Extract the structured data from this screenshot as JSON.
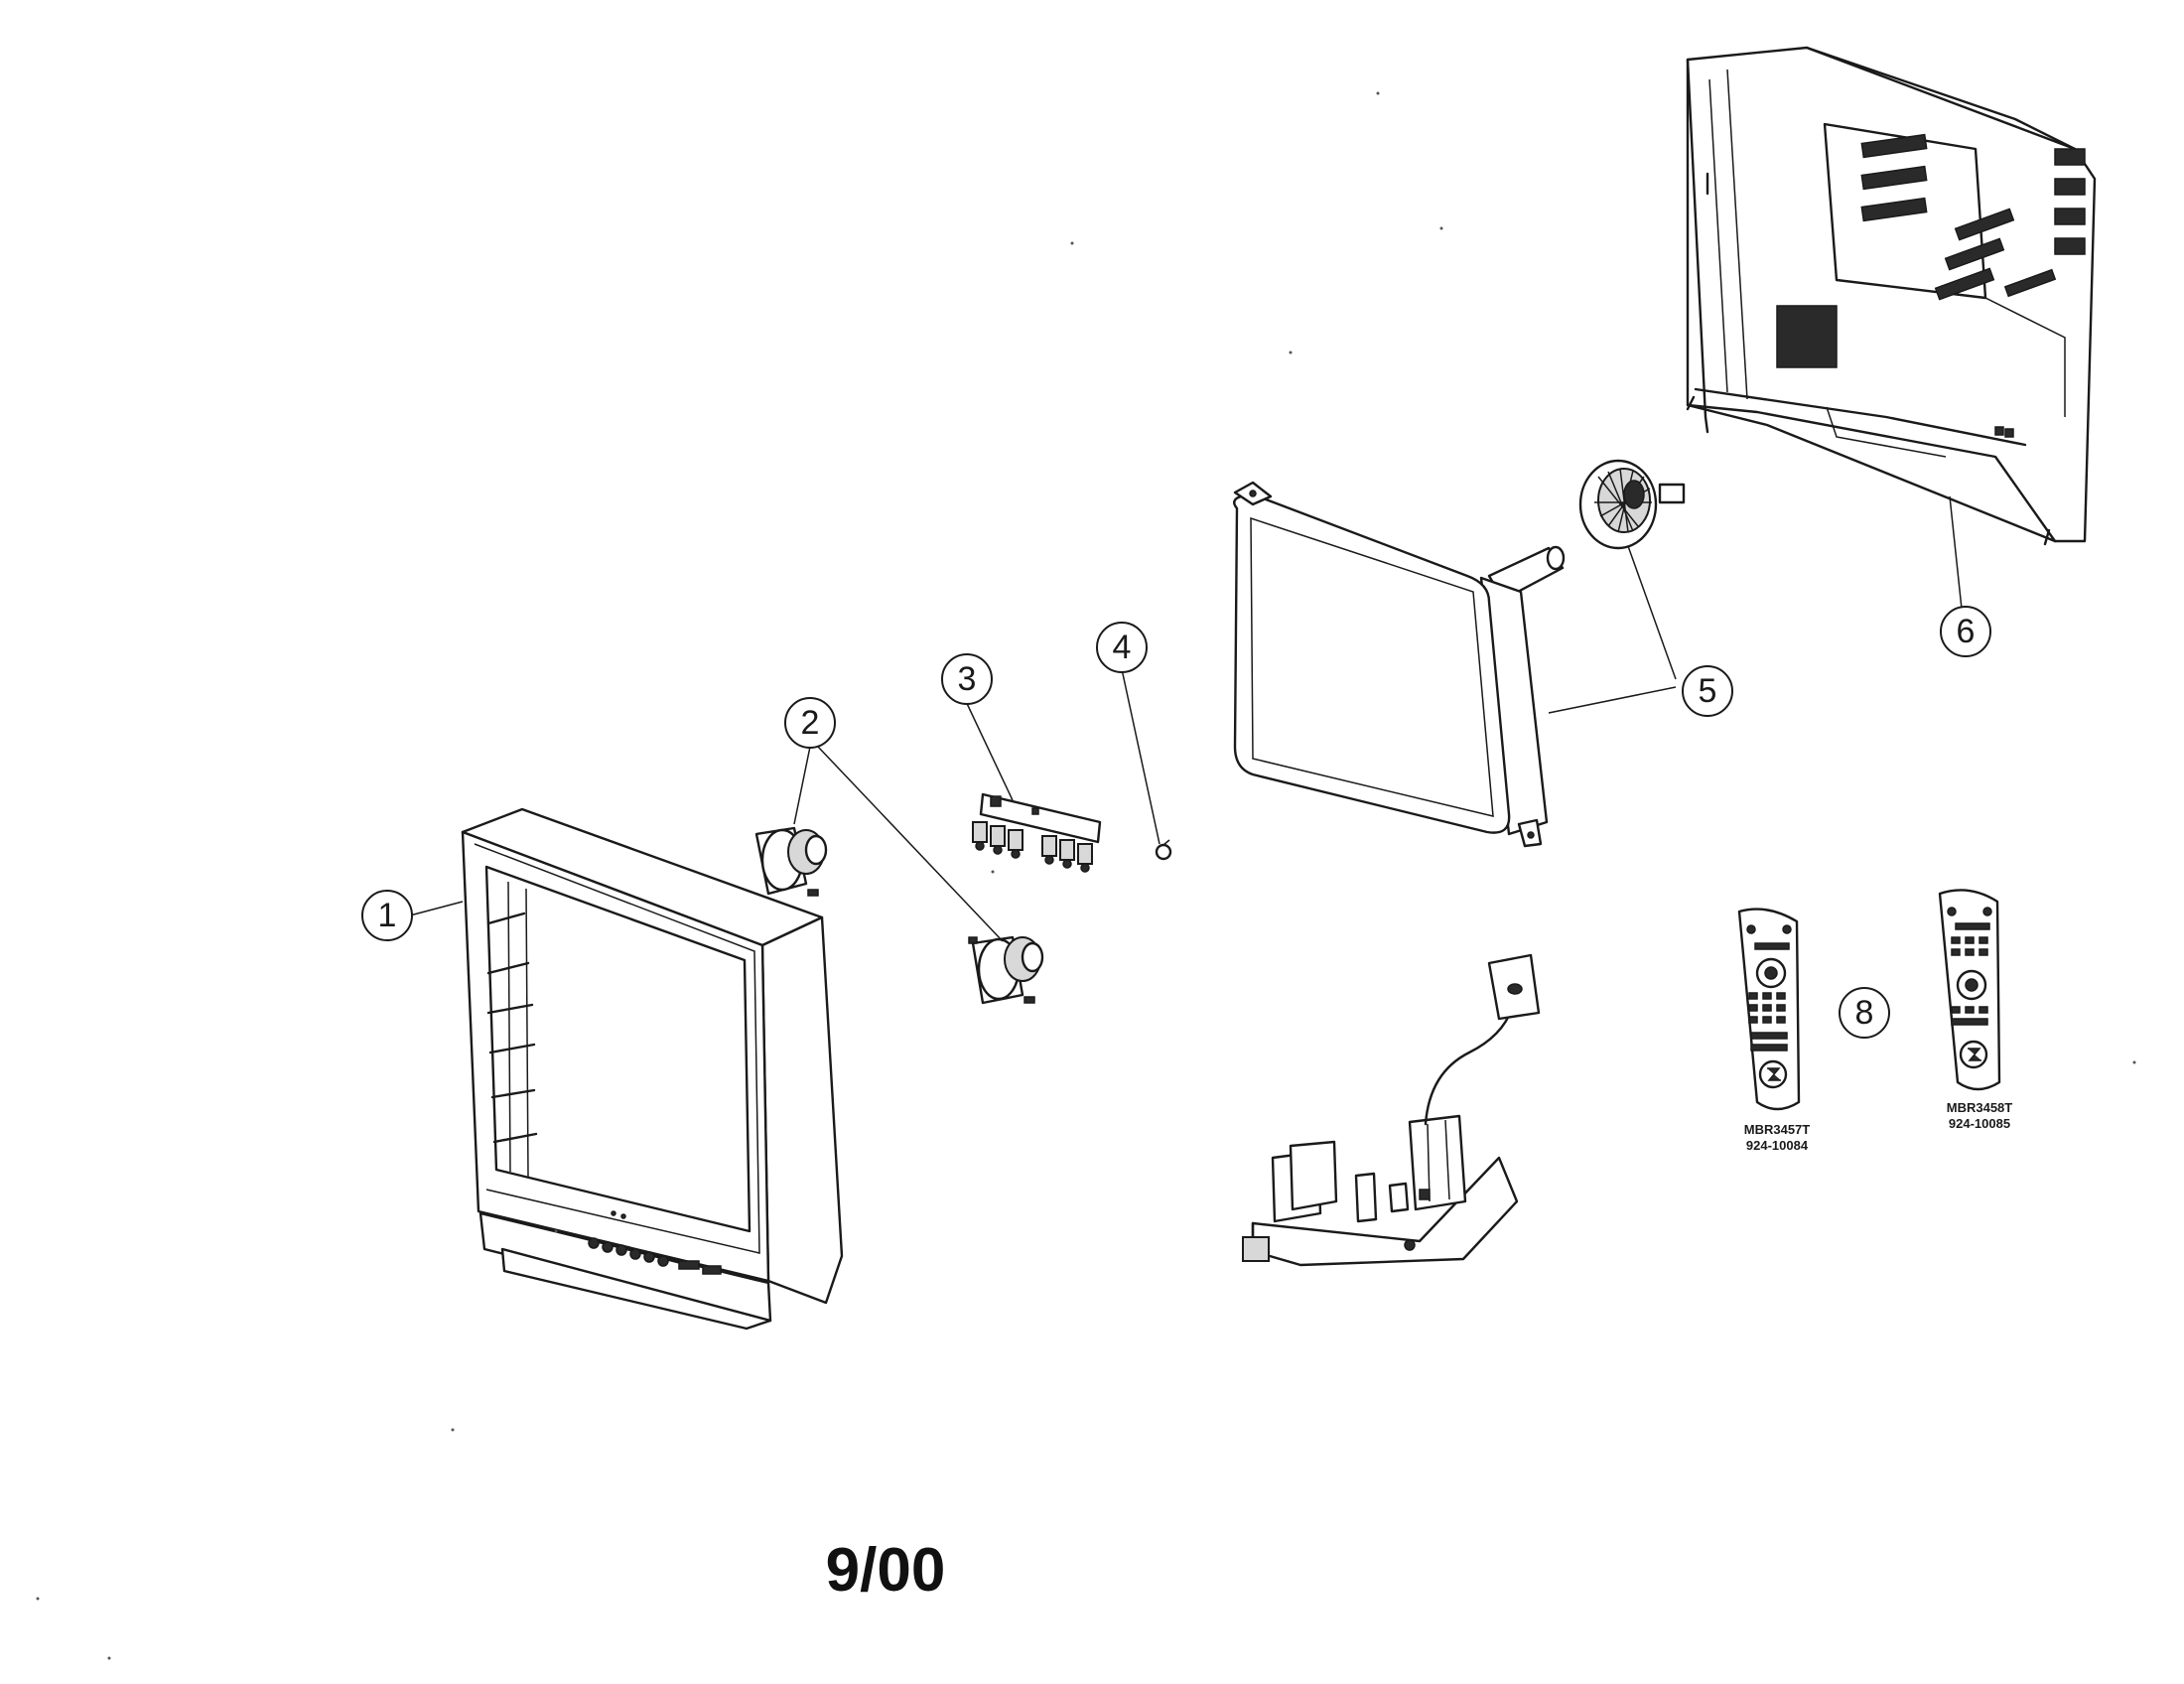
{
  "callouts": [
    {
      "id": "1",
      "label": "1"
    },
    {
      "id": "2",
      "label": "2"
    },
    {
      "id": "3",
      "label": "3"
    },
    {
      "id": "4",
      "label": "4"
    },
    {
      "id": "5",
      "label": "5"
    },
    {
      "id": "6",
      "label": "6"
    },
    {
      "id": "8",
      "label": "8"
    }
  ],
  "remotes": [
    {
      "model": "MBR3457T",
      "part": "924-10084"
    },
    {
      "model": "MBR3458T",
      "part": "924-10085"
    }
  ],
  "date_code": "9/00"
}
